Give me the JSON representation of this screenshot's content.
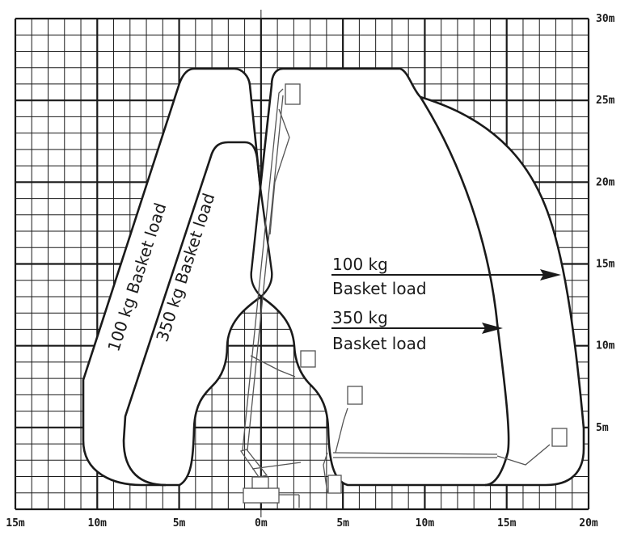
{
  "diagram": {
    "type": "working range chart",
    "x_axis": {
      "labels": [
        "15m",
        "10m",
        "5m",
        "0m",
        "5m",
        "10m",
        "15m",
        "20m"
      ],
      "range_m": [
        -15,
        20
      ],
      "major_step_m": 5,
      "minor_step_m": 1
    },
    "y_axis": {
      "labels": [
        "30m",
        "25m",
        "20m",
        "15m",
        "10m",
        "5m"
      ],
      "range_m": [
        0,
        30
      ],
      "major_step_m": 5,
      "minor_step_m": 1
    },
    "left_labels": {
      "load_100": "100 kg Basket load",
      "load_350": "350 kg Basket load"
    },
    "right_labels": {
      "load_100_weight": "100 kg",
      "load_100_text": "Basket load",
      "load_350_weight": "350 kg",
      "load_350_text": "Basket load"
    },
    "colors": {
      "line": "#1a1a1a",
      "grid": "#1a1a1a",
      "machine": "#555555"
    }
  }
}
